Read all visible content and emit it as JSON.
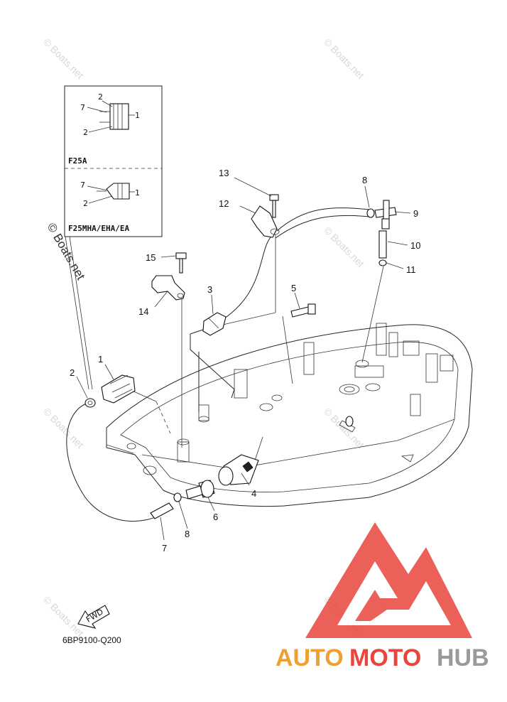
{
  "watermark": {
    "text": "© Boats.net",
    "side_text": "© Boats.net"
  },
  "inset": {
    "top_caption": "F25A",
    "bottom_caption": "F25MHA/EHA/EA",
    "top_labels": [
      "7",
      "2",
      "1",
      "2"
    ],
    "bottom_labels": [
      "7",
      "1",
      "2"
    ]
  },
  "callouts": {
    "p1": "1",
    "p2": "2",
    "p3": "3",
    "p4": "4",
    "p5": "5",
    "p6": "6",
    "p7": "7",
    "p8a": "8",
    "p8b": "8",
    "p9": "9",
    "p10": "10",
    "p11": "11",
    "p12": "12",
    "p13": "13",
    "p14": "14",
    "p15": "15"
  },
  "fwd_label": "FWD",
  "diagram_code": "6BP9100-Q200",
  "logo": {
    "part1": "AUTO",
    "part2": "MOTO",
    "part3": "HUB"
  },
  "colors": {
    "logo_red": "#e8453c",
    "logo_orange": "#f0a030",
    "logo_gray": "#9a9a9a"
  }
}
